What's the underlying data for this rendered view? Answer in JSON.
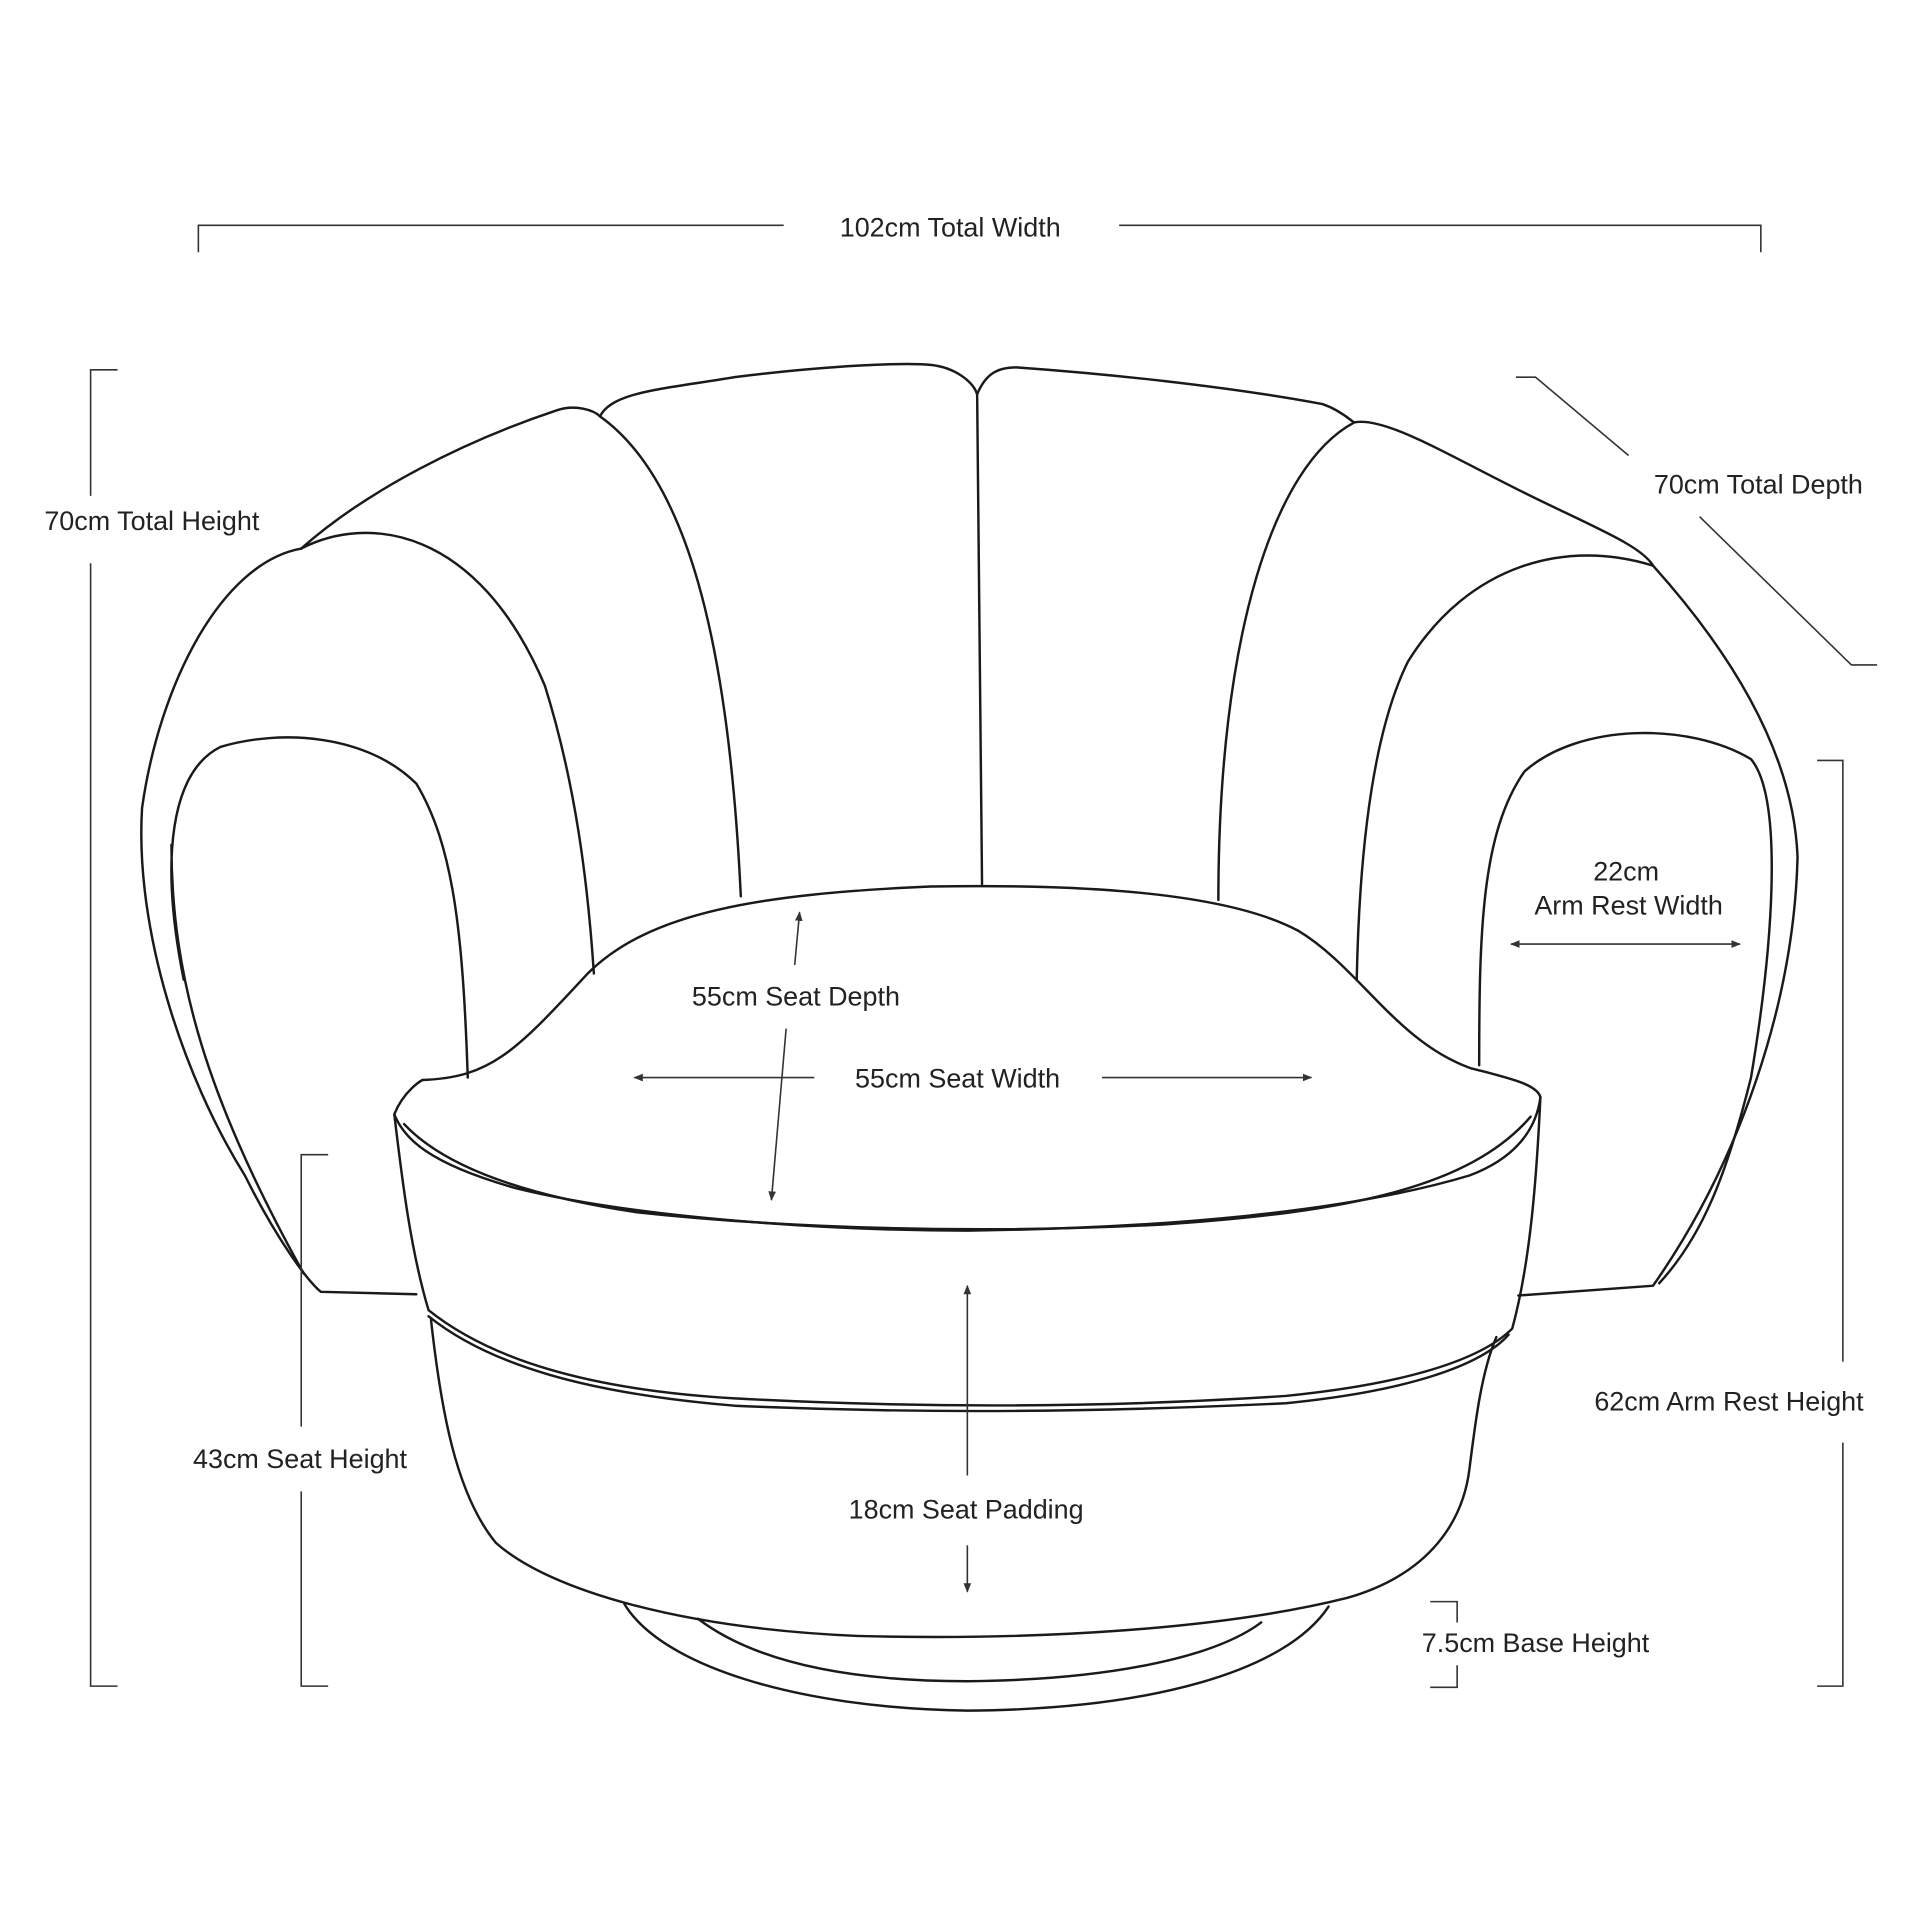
{
  "diagram": {
    "labels": {
      "total_width": "102cm Total Width",
      "total_height": "70cm Total Height",
      "total_depth": "70cm Total Depth",
      "arm_rest_width_value": "22cm",
      "arm_rest_width_label": "Arm Rest Width",
      "seat_depth": "55cm Seat Depth",
      "seat_width": "55cm Seat Width",
      "seat_height": "43cm Seat Height",
      "arm_rest_height": "62cm Arm Rest Height",
      "seat_padding": "18cm Seat Padding",
      "base_height": "7.5cm Base Height"
    },
    "colors": {
      "line": "#1a1a1a",
      "background": "#ffffff"
    }
  }
}
